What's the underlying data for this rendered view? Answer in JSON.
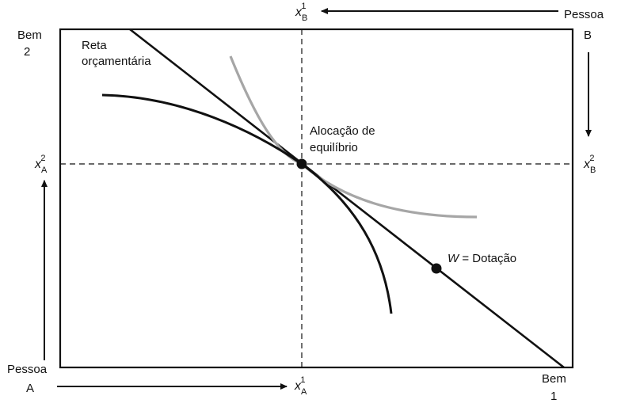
{
  "box": {
    "person_a_label": "Pessoa",
    "person_a_letter": "A",
    "person_b_label": "Pessoa",
    "person_b_letter": "B",
    "good1_label": "Bem",
    "good1_number": "1",
    "good2_label": "Bem",
    "good2_number": "2"
  },
  "axis_markers": {
    "xA1": {
      "base": "x",
      "sub": "A",
      "sup": "1"
    },
    "xB1": {
      "base": "x",
      "sub": "B",
      "sup": "1"
    },
    "xA2": {
      "base": "x",
      "sub": "A",
      "sup": "2"
    },
    "xB2": {
      "base": "x",
      "sub": "B",
      "sup": "2"
    }
  },
  "annotations": {
    "budget_line_line1": "Reta",
    "budget_line_line2": "orçamentária",
    "equilibrium_line1": "Alocação de",
    "equilibrium_line2": "equilíbrio",
    "endowment_var": "W",
    "endowment_text": " = Dotação"
  },
  "colors": {
    "ink": "#111111",
    "indifference_b": "#a6a6a6",
    "frame": "#111111"
  }
}
